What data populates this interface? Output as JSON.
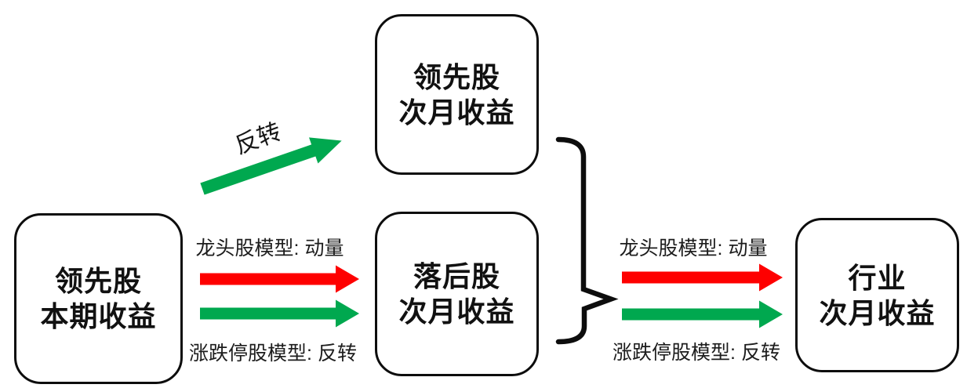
{
  "diagram": {
    "background": "#ffffff",
    "colors": {
      "red": "#fe0000",
      "green": "#00a84f",
      "line": "#0d0d0d"
    },
    "nodes": [
      {
        "id": "leading-current",
        "line1": "领先股",
        "line2": "本期收益"
      },
      {
        "id": "leading-next",
        "line1": "领先股",
        "line2": "次月收益"
      },
      {
        "id": "lagging-next",
        "line1": "落后股",
        "line2": "次月收益"
      },
      {
        "id": "industry-next",
        "line1": "行业",
        "line2": "次月收益"
      }
    ],
    "connections": [
      {
        "id": "leading-current-to-leading-next",
        "arrow_color": "green",
        "label": "反转"
      },
      {
        "id": "leading-current-to-lagging-next",
        "arrows": [
          "red",
          "green"
        ],
        "label_above": "龙头股模型: 动量",
        "label_below": "涨跌停股模型: 反转"
      },
      {
        "id": "grouped-next-month-to-industry-next",
        "arrows": [
          "red",
          "green"
        ],
        "label_above": "龙头股模型: 动量",
        "label_below": "涨跌停股模型: 反转"
      }
    ]
  }
}
